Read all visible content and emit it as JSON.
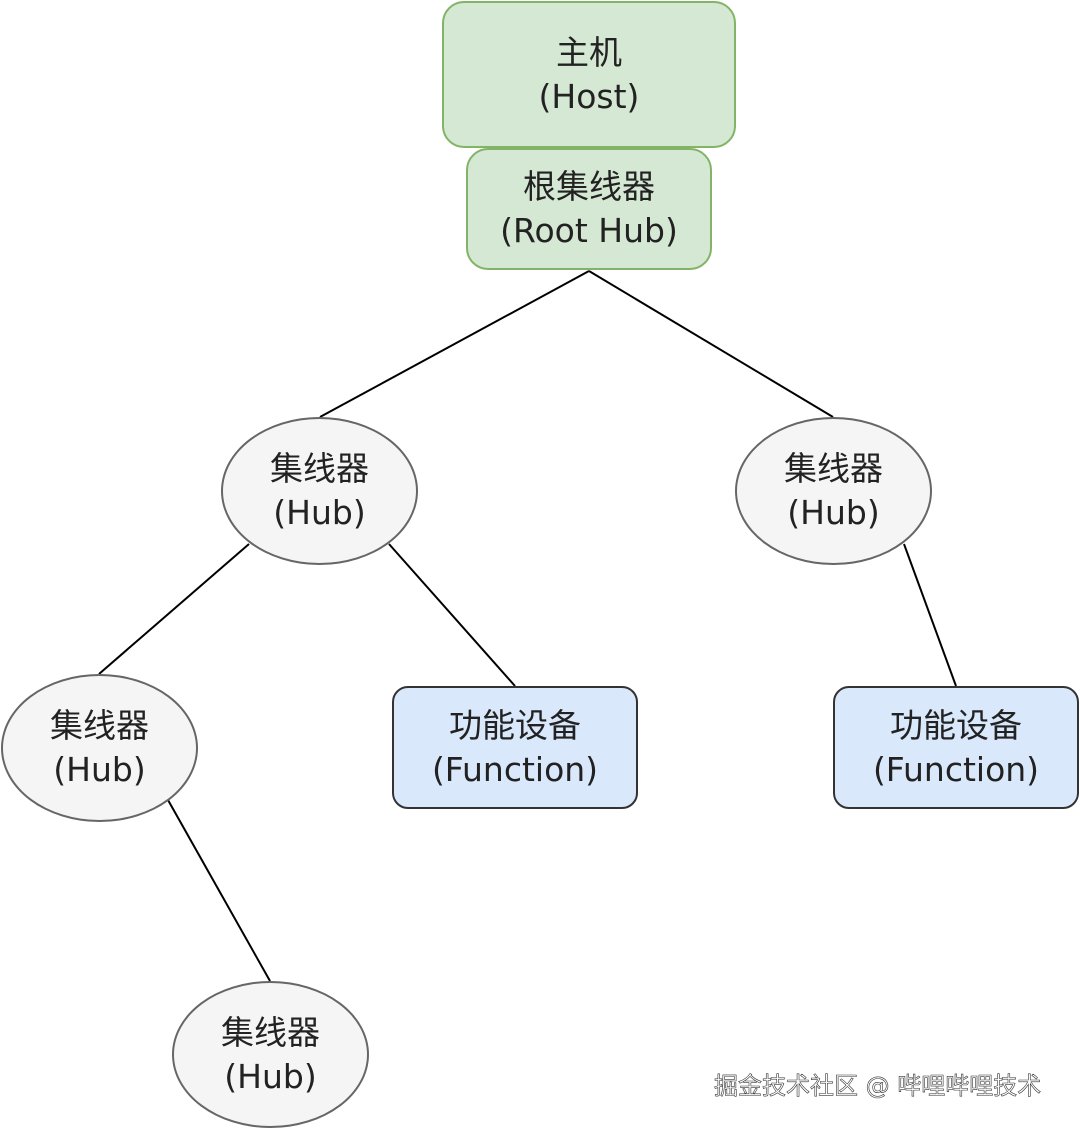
{
  "nodes": {
    "host": {
      "line1": "主机",
      "line2": "(Host)"
    },
    "root_hub": {
      "line1": "根集线器",
      "line2": "(Root Hub)"
    },
    "hub_left": {
      "line1": "集线器",
      "line2": "(Hub)"
    },
    "hub_right": {
      "line1": "集线器",
      "line2": "(Hub)"
    },
    "hub_left_left": {
      "line1": "集线器",
      "line2": "(Hub)"
    },
    "function_mid": {
      "line1": "功能设备",
      "line2": "(Function)"
    },
    "function_right": {
      "line1": "功能设备",
      "line2": "(Function)"
    },
    "hub_bottom": {
      "line1": "集线器",
      "line2": "(Hub)"
    }
  },
  "watermark": "掘金技术社区 @ 哔哩哔哩技术",
  "colors": {
    "green_fill": "#d5e8d4",
    "green_stroke": "#82b366",
    "blue_fill": "#dae8fc",
    "blue_stroke": "#333333",
    "ellipse_fill": "#f5f5f5",
    "ellipse_stroke": "#666666",
    "edge": "#000000"
  }
}
